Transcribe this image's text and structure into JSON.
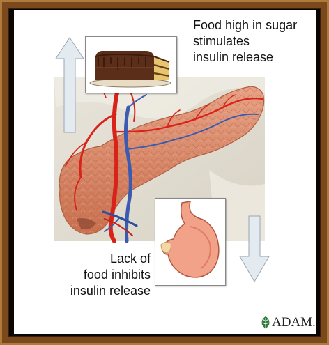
{
  "captions": {
    "top": "Food high in sugar\nstimulates\ninsulin release",
    "bottom": "Lack of\nfood inhibits\ninsulin release"
  },
  "logo": {
    "text": "ADAM."
  },
  "colors": {
    "frame": "#7a4a1c",
    "pancreas": "#d88a6a",
    "artery": "#d8231a",
    "vein": "#3a5bb0",
    "arrow": "#dde6ee"
  },
  "icons": [
    "up-arrow-icon",
    "down-arrow-icon",
    "cake-icon",
    "stomach-icon",
    "leaf-icon"
  ]
}
